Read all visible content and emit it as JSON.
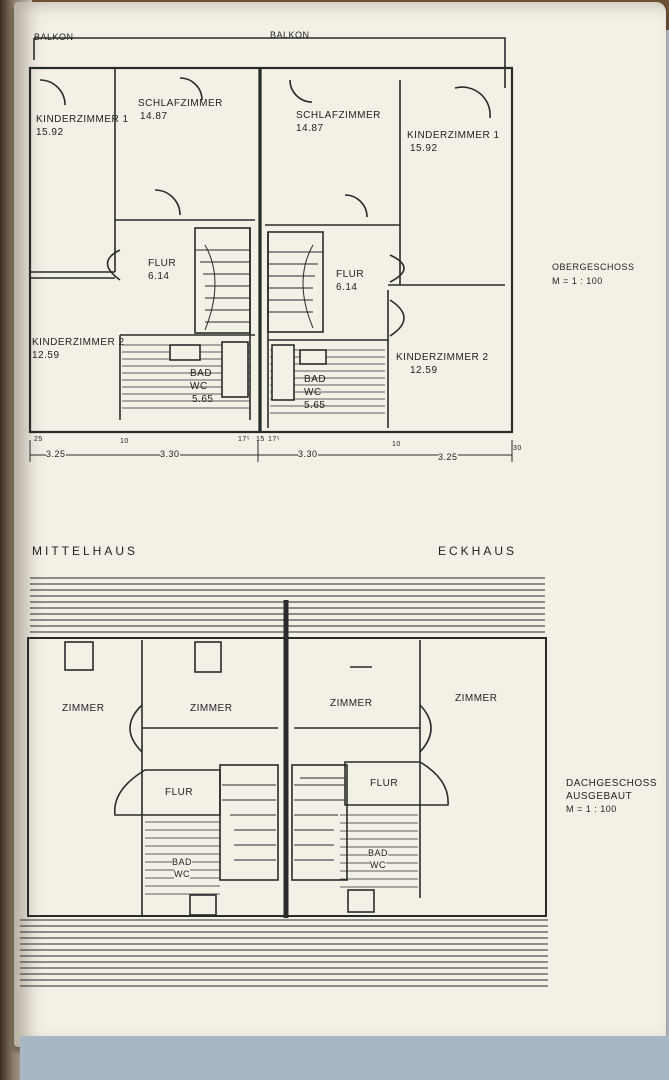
{
  "upper_plan": {
    "balcony_left": "BALKON",
    "balcony_right": "BALKON",
    "rooms": {
      "kinderzimmer1_left": "KINDERZIMMER 1",
      "kinderzimmer1_left_area": "15.92",
      "schlafzimmer_left": "SCHLAFZIMMER",
      "schlafzimmer_left_area": "14.87",
      "schlafzimmer_right": "SCHLAFZIMMER",
      "schlafzimmer_right_area": "14.87",
      "kinderzimmer1_right": "KINDERZIMMER 1",
      "kinderzimmer1_right_area": "15.92",
      "flur_left": "FLUR",
      "flur_left_area": "6.14",
      "flur_right": "FLUR",
      "flur_right_area": "6.14",
      "kinderzimmer2_left": "KINDERZIMMER 2",
      "kinderzimmer2_left_area": "12.59",
      "kinderzimmer2_right": "KINDERZIMMER 2",
      "kinderzimmer2_right_area": "12.59",
      "bad_left": "BAD",
      "wc_left": "WC",
      "bad_left_area": "5.65",
      "bad_right": "BAD",
      "wc_right": "WC",
      "bad_right_area": "5.65"
    },
    "dimensions": [
      "3.25",
      "3.30",
      "3.30",
      "3.25"
    ],
    "wall_marks": [
      "25",
      "10",
      "17⁵",
      "15",
      "17⁵",
      "10",
      "30"
    ],
    "title": "OBERGESCHOSS",
    "scale": "M = 1 : 100"
  },
  "section_labels": {
    "mittelhaus": "MITTELHAUS",
    "eckhaus": "ECKHAUS"
  },
  "lower_plan": {
    "rooms": [
      "ZIMMER",
      "ZIMMER",
      "ZIMMER",
      "ZIMMER"
    ],
    "flur_left": "FLUR",
    "flur_right": "FLUR",
    "bad_left": "BAD",
    "wc_left": "WC",
    "bad_right": "BAD",
    "wc_right": "WC",
    "title_line1": "DACHGESCHOSS",
    "title_line2": "AUSGEBAUT",
    "scale": "M = 1 : 100"
  }
}
